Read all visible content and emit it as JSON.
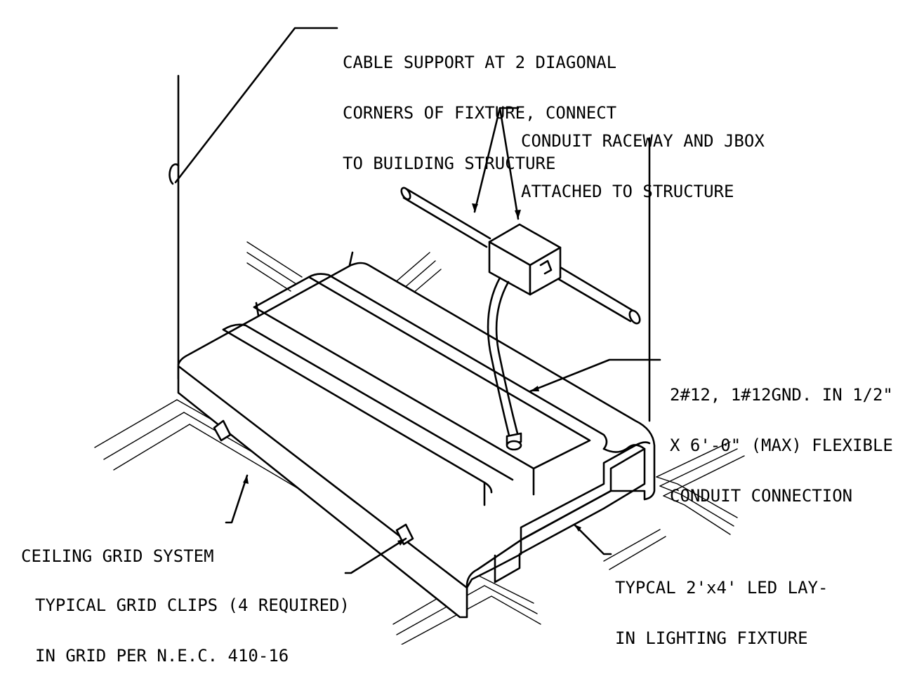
{
  "callouts": {
    "cable_support": [
      "CABLE SUPPORT AT 2 DIAGONAL",
      "CORNERS OF FIXTURE, CONNECT",
      "TO BUILDING STRUCTURE"
    ],
    "conduit_raceway": [
      "CONDUIT RACEWAY AND JBOX",
      "ATTACHED TO STRUCTURE"
    ],
    "flexible_conduit": [
      "2#12, 1#12GND. IN 1/2\"",
      "X 6'-0\" (MAX) FLEXIBLE",
      "CONDUIT CONNECTION"
    ],
    "ceiling_grid": [
      "CEILING GRID SYSTEM"
    ],
    "lighting_fixture": [
      "TYPCAL 2'x4' LED LAY-",
      "IN LIGHTING FIXTURE"
    ],
    "grid_clips": [
      "TYPICAL GRID CLIPS (4 REQUIRED)",
      "IN GRID PER N.E.C. 410-16"
    ]
  },
  "colors": {
    "ink": "#000000",
    "paper": "#ffffff"
  }
}
